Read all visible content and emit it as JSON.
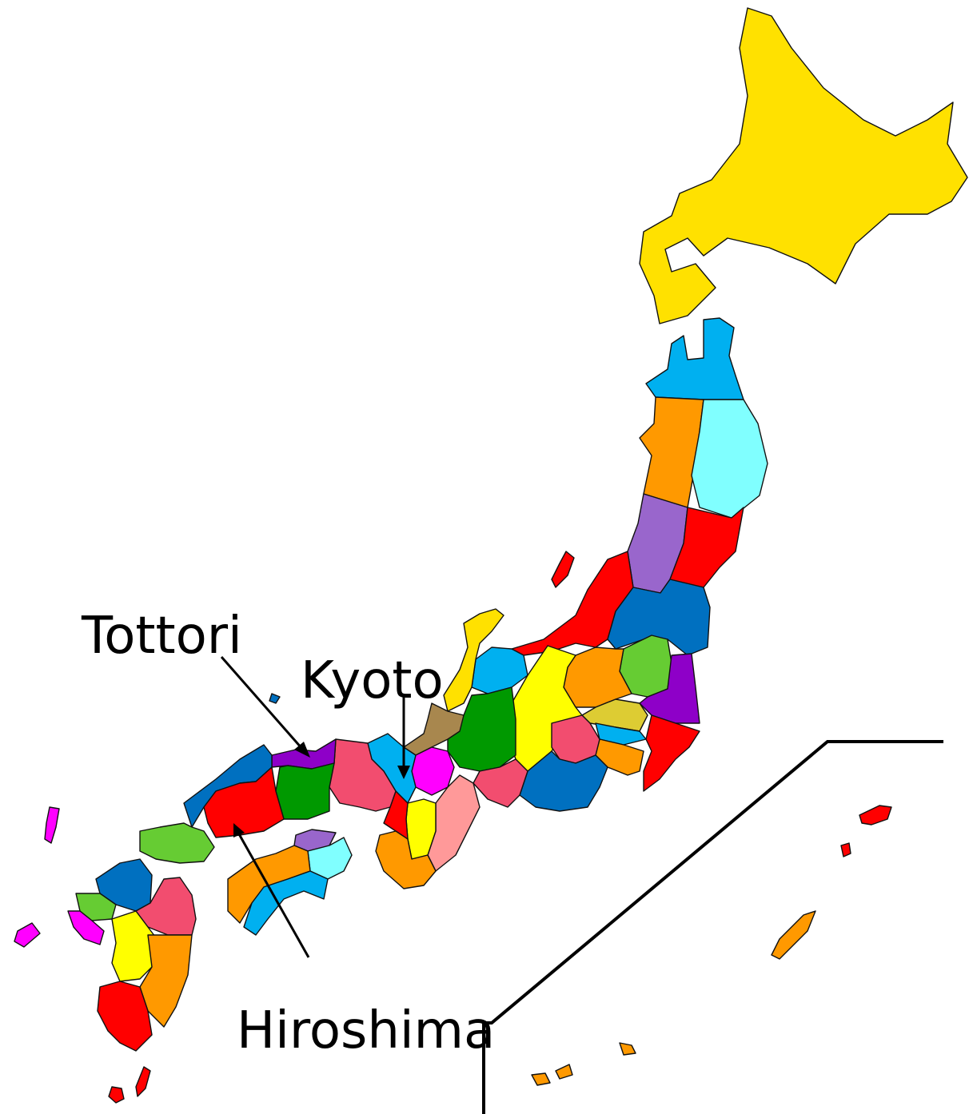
{
  "labels": {
    "tottori": "Tottori",
    "kyoto": "Kyoto",
    "hiroshima": "Hiroshima"
  },
  "colors": {
    "hokkaido": "#FFE100",
    "red": "#FF0000",
    "orange": "#FF9900",
    "green": "#009900",
    "light_green": "#66CC33",
    "blue": "#0070C0",
    "sky_blue": "#00B0F0",
    "cyan": "#80FFFF",
    "lavender": "#9966CC",
    "purple": "#8E00C8",
    "magenta": "#FF00FF",
    "pink": "#F24D6F",
    "salmon": "#FF9999",
    "yellow": "#FFFF00",
    "brown": "#A8874E",
    "olive_yellow": "#DDCC33",
    "ocean_line": "#000000"
  }
}
